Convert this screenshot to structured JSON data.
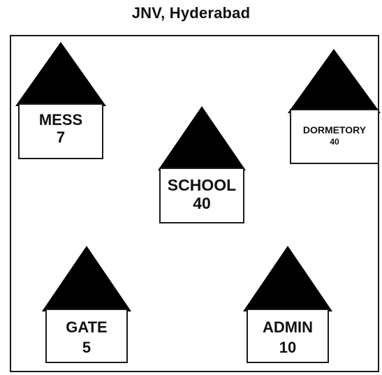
{
  "diagram": {
    "title": "JNV, Hyderabad",
    "buildings": [
      {
        "name": "MESS",
        "count": "7"
      },
      {
        "name": "SCHOOL",
        "count": "40"
      },
      {
        "name": "DORMETORY",
        "count": "40"
      },
      {
        "name": "GATE",
        "count": "5"
      },
      {
        "name": "ADMIN",
        "count": "10"
      }
    ]
  },
  "colors": {
    "roof": "#000000",
    "outline": "#1a1a1a",
    "background": "#ffffff"
  }
}
